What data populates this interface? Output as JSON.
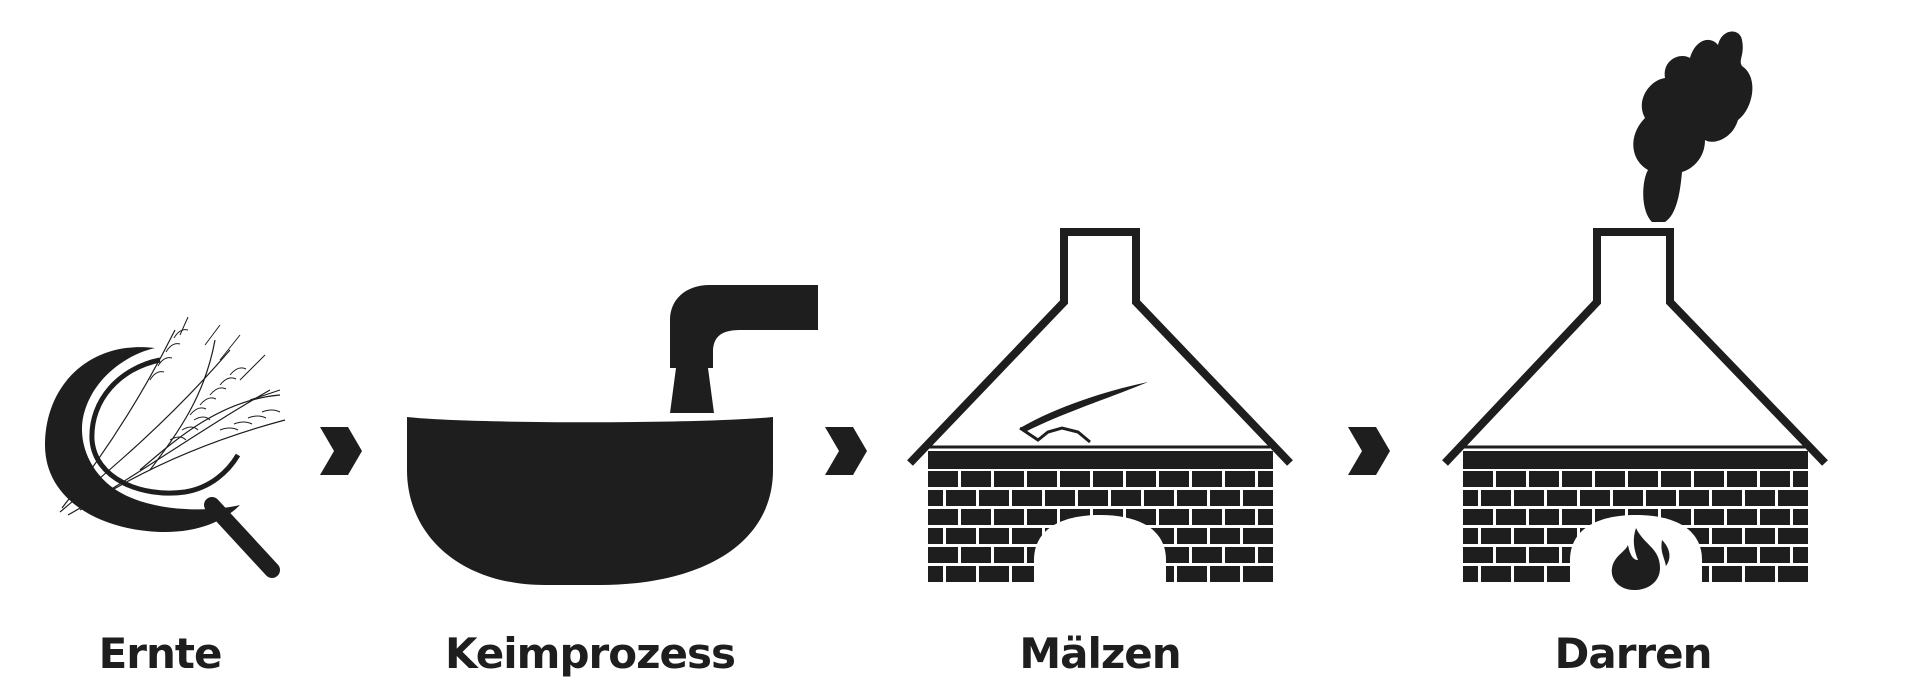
{
  "steps": [
    {
      "label": "Ernte",
      "icon": "sickle-wheat-icon"
    },
    {
      "label": "Keimprozess",
      "icon": "germination-vat-icon"
    },
    {
      "label": "Mälzen",
      "icon": "malting-kiln-icon"
    },
    {
      "label": "Darren",
      "icon": "kilning-oven-smoke-icon"
    }
  ],
  "colors": {
    "ink": "#1e1e1e",
    "background": "#ffffff"
  }
}
